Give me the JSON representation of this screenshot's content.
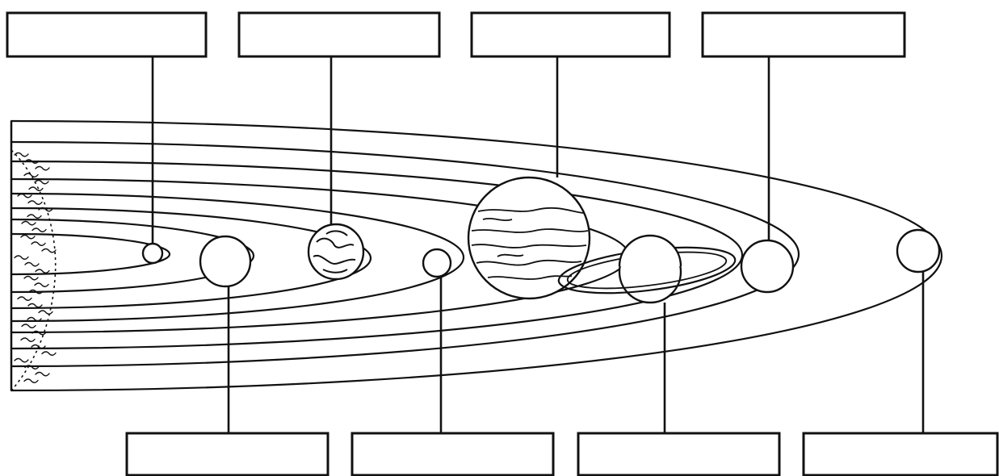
{
  "diagram": {
    "kind": "solar-system-labeling-worksheet",
    "ink_color": "#111111",
    "paper_color": "#ffffff",
    "label_boxes": {
      "top": [
        "",
        "",
        "",
        ""
      ],
      "bottom": [
        "",
        "",
        "",
        ""
      ]
    },
    "bodies": [
      {
        "id": "sun",
        "icon": "sun-icon"
      },
      {
        "id": "planet-1",
        "icon": "small-planet-icon"
      },
      {
        "id": "planet-2",
        "icon": "planet-icon"
      },
      {
        "id": "planet-3",
        "icon": "earth-icon"
      },
      {
        "id": "planet-4",
        "icon": "small-planet-icon"
      },
      {
        "id": "planet-5",
        "icon": "banded-giant-icon"
      },
      {
        "id": "planet-6",
        "icon": "ringed-planet-icon"
      },
      {
        "id": "planet-7",
        "icon": "planet-icon"
      },
      {
        "id": "planet-8",
        "icon": "planet-icon"
      }
    ]
  }
}
